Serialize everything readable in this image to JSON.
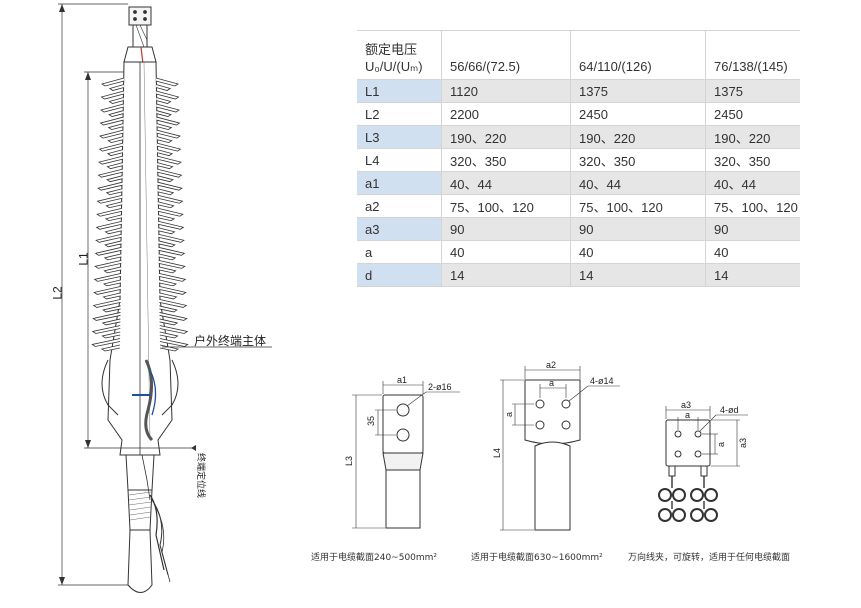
{
  "terminal": {
    "dim_l1": "L1",
    "dim_l2": "L2",
    "body_label": "户外终端主体",
    "position_line_label": "终端定位线"
  },
  "table": {
    "header_param": [
      "额定电压",
      "U₀/U/(Uₘ)"
    ],
    "columns": [
      "56/66/(72.5)",
      "64/110/(126)",
      "76/138/(145)"
    ],
    "rows": [
      {
        "label": "L1",
        "values": [
          "1120",
          "1375",
          "1375"
        ]
      },
      {
        "label": "L2",
        "values": [
          "2200",
          "2450",
          "2450"
        ]
      },
      {
        "label": "L3",
        "values": [
          "190、220",
          "190、220",
          "190、220"
        ]
      },
      {
        "label": "L4",
        "values": [
          "320、350",
          "320、350",
          "320、350"
        ]
      },
      {
        "label": "a1",
        "values": [
          "40、44",
          "40、44",
          "40、44"
        ]
      },
      {
        "label": "a2",
        "values": [
          "75、100、120",
          "75、100、120",
          "75、100、120"
        ]
      },
      {
        "label": "a3",
        "values": [
          "90",
          "90",
          "90"
        ]
      },
      {
        "label": "a",
        "values": [
          "40",
          "40",
          "40"
        ]
      },
      {
        "label": "d",
        "values": [
          "14",
          "14",
          "14"
        ]
      }
    ]
  },
  "lugs": [
    {
      "dims": {
        "width": "a1",
        "hole": "2-ø16",
        "spacing": "35",
        "length": "L3"
      },
      "caption": "适用于电缆截面240~500mm²"
    },
    {
      "dims": {
        "width": "a2",
        "pitch": "a",
        "hole": "4-ø14",
        "pitch_v": "a",
        "length": "L4"
      },
      "caption": "适用于电缆截面630~1600mm²"
    },
    {
      "dims": {
        "width": "a3",
        "pitch": "a",
        "hole": "4-ød",
        "pitch_v": "a",
        "height": "a3"
      },
      "caption": "万向线夹，可旋转，适用于任何电缆截面"
    }
  ]
}
